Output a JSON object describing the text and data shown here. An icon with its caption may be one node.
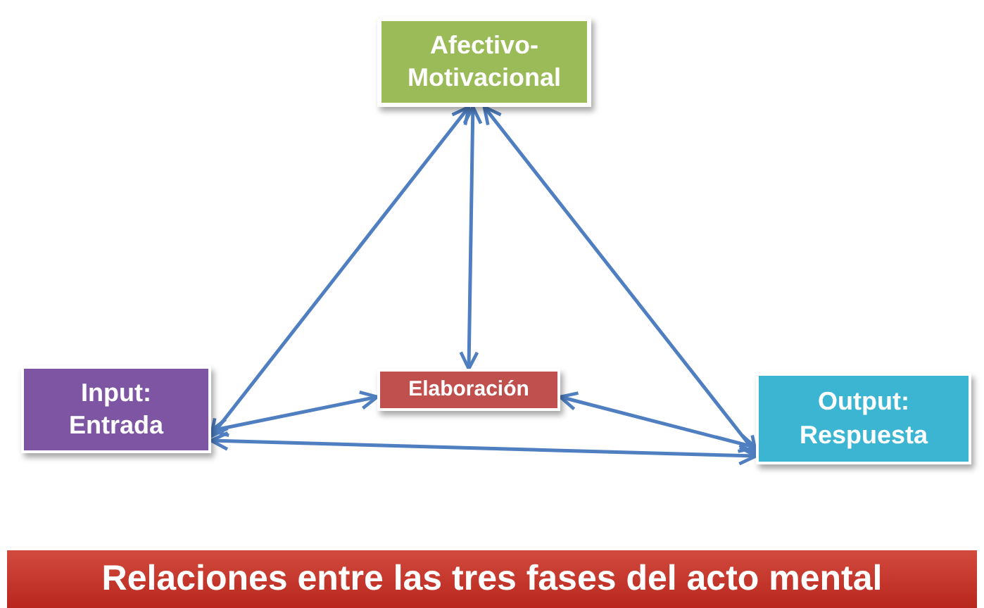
{
  "diagram": {
    "title": "Relaciones entre las tres fases del acto mental",
    "nodes": [
      {
        "text": [
          "Afectivo-Motivacional"
        ]
      },
      {
        "text": [
          "Input: Entrada"
        ]
      },
      {
        "text": [
          "Elaboración"
        ]
      },
      {
        "text": [
          "Output: Respuesta"
        ]
      }
    ],
    "edges": [
      {
        "from": 1,
        "to": 0,
        "arrow": "both"
      },
      {
        "from": 0,
        "to": 3,
        "arrow": "both"
      },
      {
        "from": 1,
        "to": 3,
        "arrow": "both"
      },
      {
        "from": 0,
        "to": 2,
        "arrow": "both"
      },
      {
        "from": 1,
        "to": 2,
        "arrow": "both"
      },
      {
        "from": 3,
        "to": 2,
        "arrow": "both"
      }
    ]
  }
}
